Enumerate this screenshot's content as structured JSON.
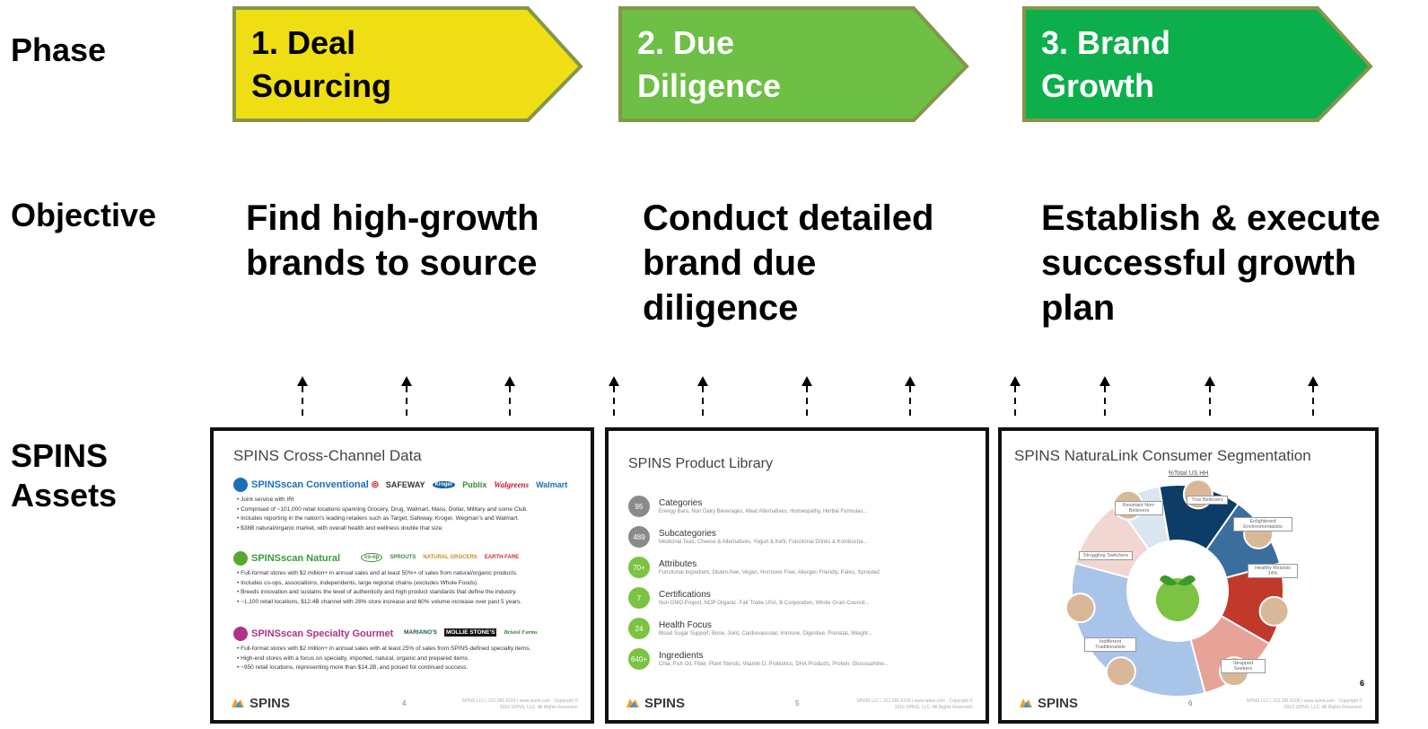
{
  "rows": {
    "phase_label": "Phase",
    "objective_label": "Objective",
    "assets_label": "SPINS Assets"
  },
  "phases": [
    {
      "title_line1": "1. Deal",
      "title_line2": "Sourcing",
      "color": "#EFDE14",
      "border": "#84964A",
      "text_color": "#000000"
    },
    {
      "title_line1": "2. Due",
      "title_line2": "Diligence",
      "color": "#6DBF45",
      "border": "#84964A",
      "text_color": "#ffffff"
    },
    {
      "title_line1": "3. Brand",
      "title_line2": "Growth",
      "color": "#0DAF4C",
      "border": "#84964A",
      "text_color": "#ffffff"
    }
  ],
  "objectives": [
    {
      "line1": "Find high-growth",
      "line2": "brands to source",
      "line3": ""
    },
    {
      "line1": "Conduct detailed",
      "line2": "brand due",
      "line3": "diligence"
    },
    {
      "line1": "Establish & execute",
      "line2": "successful growth",
      "line3": "plan"
    }
  ],
  "slides": {
    "cross_channel": {
      "title": "SPINS Cross-Channel Data",
      "conventional": {
        "heading": "SPINSscan Conventional",
        "logos": [
          "SAFEWAY",
          "Kroger",
          "Publix",
          "Walgreens",
          "Walmart"
        ],
        "bullets": [
          "Joint service with IRI",
          "Comprised of ~101,000 retail locations spanning Grocery, Drug, Walmart, Mass, Dollar, Military and some Club.",
          "Includes reporting in the nation's leading retailers such as Target, Safeway, Kroger, Wegman's and Walmart.",
          "$38B natural/organic market, with overall health and wellness double that size."
        ]
      },
      "natural": {
        "heading": "SPINSscan Natural",
        "logos": [
          "co-op",
          "SPROUTS",
          "NATURAL GROCERS",
          "EARTH FARE"
        ],
        "bullets": [
          "Full-format stores with $2 million+ in annual sales and at least 50%+ of sales from natural/organic products.",
          "Includes co-ops, associations, independents, large regional chains (excludes Whole Foods).",
          "Breeds innovation and sustains the level of authenticity and high product standards that define the industry.",
          "~1,100 retail locations, $12.4B channel with 28% store increase and 60% volume increase over past 5 years."
        ]
      },
      "gourmet": {
        "heading": "SPINSscan Specialty Gourmet",
        "logos": [
          "MARIANO'S",
          "MOLLIE STONE'S",
          "Bristol Farms"
        ],
        "bullets": [
          "Full-format stores with $2 million+ in annual sales with at least 25% of sales from SPINS-defined specialty items.",
          "High-end stores with a focus on specialty, imported, natural, organic and prepared items.",
          "~950 retail locations, representing more than $14.2B, and poised for continued success."
        ]
      },
      "logo": "SPINS",
      "page": "4",
      "copyright": "SPINS LLC | 312.281.5100 | www.spins.com · Copyright © 2016 SPINS, LLC. All Rights Reserved."
    },
    "product_library": {
      "title": "SPINS Product Library",
      "items": [
        {
          "badge": "95",
          "title": "Categories",
          "sub": "Energy Bars, Non Dairy Beverages, Meat Alternatives, Homeopathy, Herbal Formulas...",
          "color": "#8a8a8a"
        },
        {
          "badge": "489",
          "title": "Subcategories",
          "sub": "Medicinal Teas, Cheese & Alternatives, Yogurt & Kefir, Functional Drinks & Kombucha...",
          "color": "#8a8a8a"
        },
        {
          "badge": "70+",
          "title": "Attributes",
          "sub": "Functional Ingredient, Gluten-free, Vegan, Hormone Free, Allergen Friendly, Paleo, Sprouted",
          "color": "#7cc243"
        },
        {
          "badge": "7",
          "title": "Certifications",
          "sub": "Non GMO Project, NOP Organic, Fair Trade USA, B Corporation, Whole Grain Council...",
          "color": "#7cc243"
        },
        {
          "badge": "24",
          "title": "Health Focus",
          "sub": "Blood Sugar Support, Bone, Joint, Cardiovascular, Immune, Digestive, Prenatal, Weight...",
          "color": "#7cc243"
        },
        {
          "badge": "640+",
          "title": "Ingredients",
          "sub": "Chia, Fish Oil, Fiber, Plant Sterols, Vitamin D, Probiotics, DHA Products, Protein, Glucosamine...",
          "color": "#7cc243"
        }
      ],
      "logo": "SPINS",
      "page": "5",
      "copyright": "SPINS LLC | 312.281.5100 | www.spins.com · Copyright © 2016 SPINS, LLC. All Rights Reserved."
    },
    "segmentation": {
      "title": "SPINS NaturaLink Consumer Segmentation",
      "subtitle": "%Total US HH",
      "segments": [
        {
          "label": "True Believers",
          "color": "#0d3d66"
        },
        {
          "label": "Enlightened Environmentalists",
          "color": "#3a6e9e"
        },
        {
          "label": "Healthy Realists 14%",
          "color": "#c0392b"
        },
        {
          "label": "Strapped Seekers",
          "color": "#e8a398"
        },
        {
          "label": "Indifferent Traditionalists",
          "color": "#a8c4e8"
        },
        {
          "label": "Struggling Switchers",
          "color": "#f2d6d1"
        },
        {
          "label": "Resistant Non-Believers",
          "color": "#dbe6f3"
        }
      ],
      "corner_number": "6",
      "logo": "SPINS",
      "page": "6",
      "copyright": "SPINS LLC | 312.281.5100 | www.spins.com · Copyright © 2016 SPINS, LLC. All Rights Reserved."
    }
  },
  "arrow_icon": "dashed-up-arrow-icon"
}
